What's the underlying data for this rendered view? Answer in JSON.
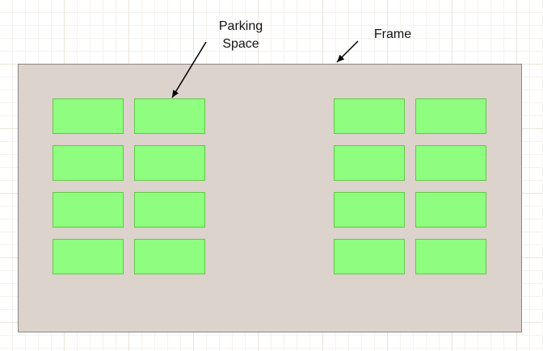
{
  "colors": {
    "frame_fill": "#dbd3cc",
    "frame_stroke": "#8c8680",
    "space_fill": "#8efd80",
    "space_stroke": "#63c944",
    "arrow": "#000000"
  },
  "labels": {
    "parking_space_line1": "Parking",
    "parking_space_line2": "Space",
    "frame": "Frame"
  },
  "parking_lot": {
    "left_block": {
      "rows": 4,
      "columns": 2
    },
    "right_block": {
      "rows": 4,
      "columns": 2
    },
    "total_spaces": 16
  }
}
